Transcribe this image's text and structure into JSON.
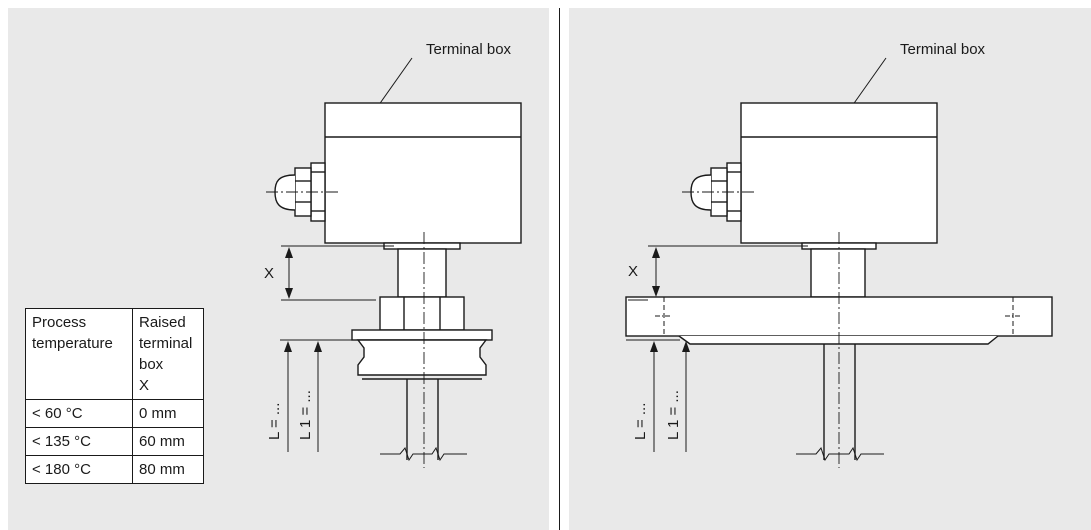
{
  "left_drawing": {
    "callout": "Terminal box",
    "dim_x": "X",
    "dim_l": "L = ...",
    "dim_l1": "L 1 = ..."
  },
  "right_drawing": {
    "callout": "Terminal box",
    "dim_x": "X",
    "dim_l": "L = ...",
    "dim_l1": "L 1 = ..."
  },
  "table": {
    "header": {
      "col1": [
        "Process",
        "temperature"
      ],
      "col2": [
        "Raised",
        "terminal",
        "box",
        "X"
      ]
    },
    "rows": [
      {
        "temperature": "< 60 °C",
        "height": "0 mm"
      },
      {
        "temperature": "< 135 °C",
        "height": "60 mm"
      },
      {
        "temperature": "< 180 °C",
        "height": "80 mm"
      }
    ]
  }
}
